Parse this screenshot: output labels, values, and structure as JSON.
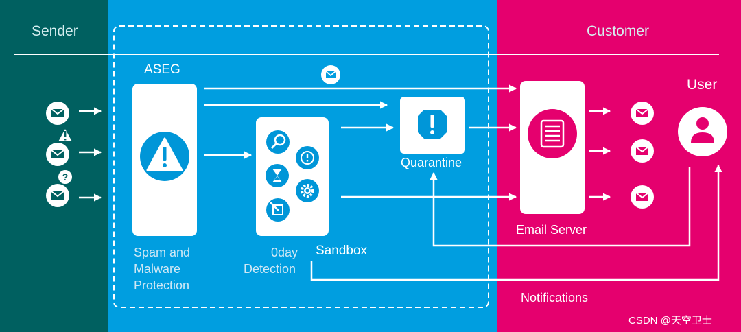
{
  "diagram": {
    "sections": {
      "sender": "Sender",
      "customer": "Customer"
    },
    "aseg": {
      "title": "ASEG",
      "caption_line1": "Spam and",
      "caption_line2": "Malware",
      "caption_line3": "Protection"
    },
    "sandbox": {
      "label": "Sandbox",
      "caption_line1": "0day",
      "caption_line2": "Detection"
    },
    "quarantine": "Quarantine",
    "email_server": "Email Server",
    "user": "User",
    "notifications": "Notifications",
    "watermark": "CSDN @天空卫士"
  },
  "colors": {
    "sender_bg": "#006060",
    "middle_bg": "#009ee0",
    "customer_bg": "#e5006e",
    "icon_blue": "#0096d8",
    "icon_pink": "#e5006e"
  }
}
